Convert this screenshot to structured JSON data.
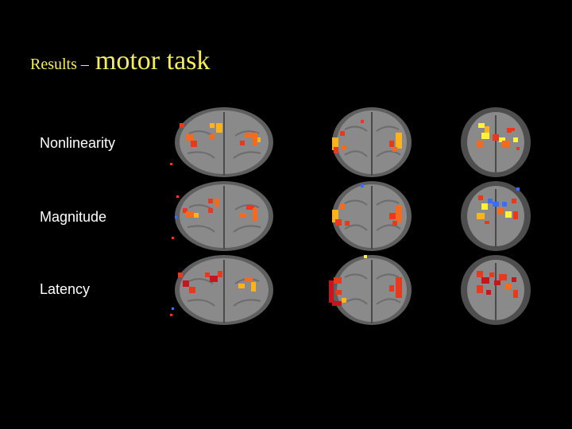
{
  "slide": {
    "title_prefix": "Results –",
    "title_main": "motor task",
    "title_color": "#f5ee58"
  },
  "rows": [
    {
      "label": "Nonlinearity"
    },
    {
      "label": "Magnitude"
    },
    {
      "label": "Latency"
    }
  ],
  "panels": {
    "columns": 3,
    "rows": 3,
    "activation_colors": [
      "#e8391e",
      "#f46a1f",
      "#ffb21a",
      "#fff23a",
      "#c8141e",
      "#3a6cff"
    ]
  }
}
